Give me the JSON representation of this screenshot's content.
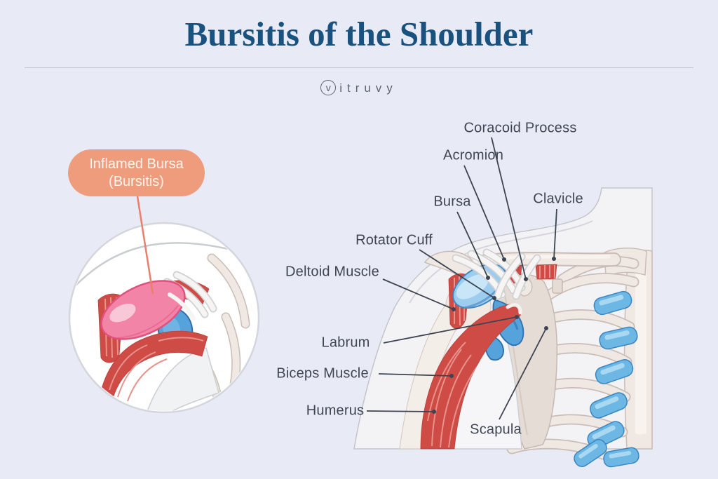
{
  "header": {
    "title": "Bursitis of the Shoulder"
  },
  "brand": {
    "circled_letter": "v",
    "wordmark": "itruvy"
  },
  "callout": {
    "line1": "Inflamed Bursa",
    "line2": "(Bursitis)"
  },
  "labels": {
    "coracoid_process": "Coracoid Process",
    "acromion": "Acromion",
    "bursa": "Bursa",
    "clavicle": "Clavicle",
    "rotator_cuff": "Rotator Cuff",
    "deltoid_muscle": "Deltoid Muscle",
    "labrum": "Labrum",
    "biceps_muscle": "Biceps Muscle",
    "humerus": "Humerus",
    "scapula": "Scapula"
  },
  "colors": {
    "background": "#e8eaf5",
    "title_navy": "#1a527f",
    "divider_gray": "#c6cad4",
    "logo_gray": "#5d6673",
    "label_slate": "#3f4653",
    "leader_slate": "#3d4451",
    "callout_salmon": "#ef9c7d",
    "callout_text": "#fff6f0",
    "pointer_salmon": "#e8806a",
    "muscle_red": "#ce4b46",
    "muscle_streak": "#e8928c",
    "bursa_blue": "#9ccdef",
    "joint_blue": "#55a3da",
    "cartilage_blue": "#6db7e4",
    "bone_beige": "#efe8e3",
    "bone_outline": "#cabdb6",
    "inflamed_pink": "#f285a7",
    "inflamed_border": "#e0517e",
    "silhouette_white": "#f3f3f6",
    "silhouette_outline": "#c2c6cc"
  }
}
